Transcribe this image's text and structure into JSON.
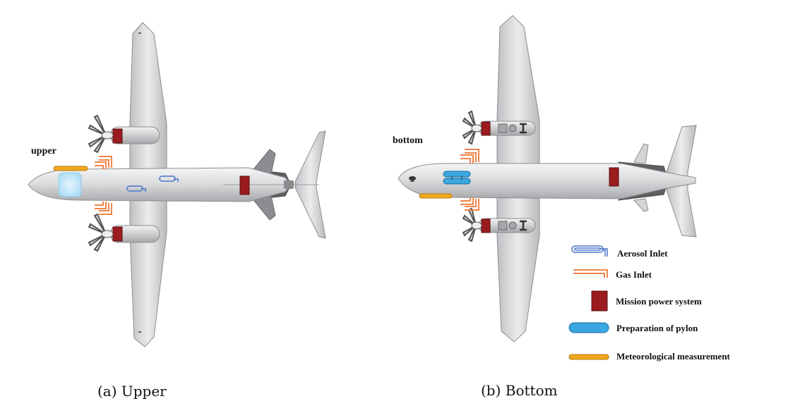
{
  "views": {
    "upper": {
      "label": "upper",
      "caption": "(a) Upper"
    },
    "bottom": {
      "label": "bottom",
      "caption": "(b) Bottom"
    }
  },
  "legend": [
    {
      "symbol": "aerosol-inlet",
      "label": "Aerosol Inlet"
    },
    {
      "symbol": "gas-inlet",
      "label": "Gas Inlet"
    },
    {
      "symbol": "mission-power-system",
      "label": "Mission power  system"
    },
    {
      "symbol": "pylon",
      "label": "Preparation  of pylon"
    },
    {
      "symbol": "meteorological",
      "label": "Meteorological measurement"
    }
  ],
  "colors": {
    "power": "#9b1b1f",
    "aerosol": "#4a76c8",
    "gas": "#f0854a",
    "pylon": "#3aa7e0",
    "meteo": "#f2a81d",
    "fuselage": "#d7d8da",
    "outline": "#8b8c8e",
    "dark_panel": "#5e5f62"
  }
}
